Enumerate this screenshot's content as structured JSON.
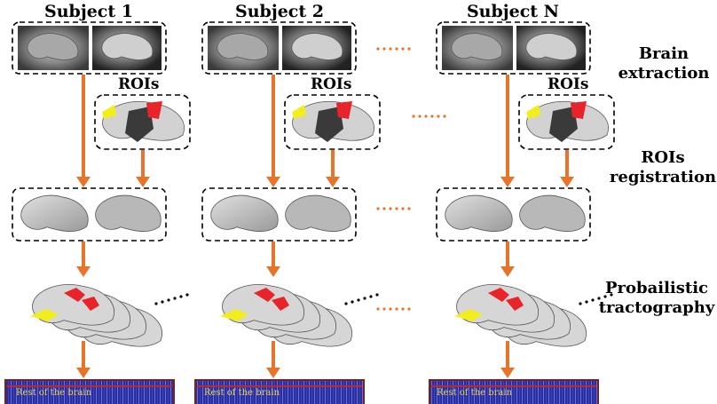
{
  "subjects": [
    {
      "title": "Subject 1",
      "roi_label": "ROIs",
      "matrix_label": "Rest of the brain"
    },
    {
      "title": "Subject 2",
      "roi_label": "ROIs",
      "matrix_label": "Rest of the brain"
    },
    {
      "title": "Subject N",
      "roi_label": "ROIs",
      "matrix_label": "Rest of the brain"
    }
  ],
  "steps": {
    "brain_extraction": [
      "Brain",
      "extraction"
    ],
    "rois_registration": [
      "ROIs",
      "registration"
    ],
    "tractography": [
      "Probailistic",
      "tractography"
    ]
  },
  "colors": {
    "arrow": "#e8742a",
    "roi_red": "#e8232a",
    "roi_yellow": "#f2ee1e",
    "matrix_bg": "#2a2fa0",
    "matrix_frame": "#7a1e1e"
  }
}
